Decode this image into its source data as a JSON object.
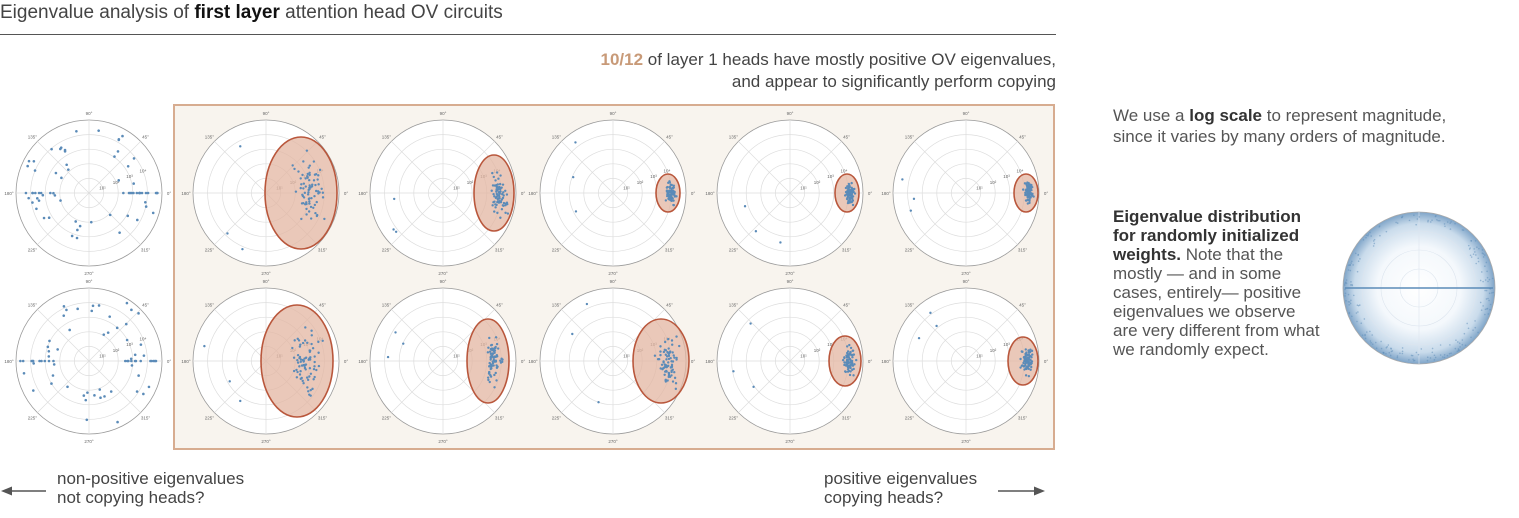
{
  "title": {
    "prefix": "Eigenvalue analysis of ",
    "bold": "first layer",
    "suffix": " attention head OV circuits"
  },
  "headline": {
    "fraction": "10/12",
    "line1_rest": " of layer 1 heads have mostly positive OV eigenvalues,",
    "line2": "and appear to significantly perform copying"
  },
  "left_note": {
    "line1": "non-positive eigenvalues",
    "line2": "not copying heads?"
  },
  "right_note": {
    "line1": "positive eigenvalues",
    "line2": "copying heads?"
  },
  "log_note": {
    "pre": "We use a ",
    "bold": "log scale",
    "post": " to represent magnitude,",
    "line2": "since it varies by many orders of magnitude."
  },
  "rand_note": {
    "bold1": "Eigenvalue distribution",
    "bold2": "for randomly initialized",
    "bold3": "weights.",
    "text": " Note that the mostly — and in some cases, entirely— positive eigenvalues we observe are very different from what we randomly expect."
  },
  "colors": {
    "point": "#5b8bb8",
    "highlight_fill": "#e3b6a1",
    "highlight_stroke": "#b9573c",
    "panel_bg": "#f8f4ee",
    "panel_border": "#d7ac90",
    "accent_text": "#c89a78"
  },
  "chart_data": [
    {
      "type": "scatter",
      "coordinate_system": "polar",
      "radial_scale": "log",
      "angle_ticks": [
        "0°",
        "45°",
        "90°",
        "135°",
        "180°",
        "225°",
        "270°",
        "315°"
      ],
      "radial_ticks": [
        "10¹",
        "10²",
        "10³",
        "10⁴"
      ],
      "grid": true,
      "heads": [
        {
          "row": 0,
          "col": 0,
          "copying": false
        },
        {
          "row": 0,
          "col": 1,
          "copying": true
        },
        {
          "row": 0,
          "col": 2,
          "copying": true
        },
        {
          "row": 0,
          "col": 3,
          "copying": true
        },
        {
          "row": 0,
          "col": 4,
          "copying": true
        },
        {
          "row": 0,
          "col": 5,
          "copying": true
        },
        {
          "row": 1,
          "col": 0,
          "copying": false
        },
        {
          "row": 1,
          "col": 1,
          "copying": true
        },
        {
          "row": 1,
          "col": 2,
          "copying": true
        },
        {
          "row": 1,
          "col": 3,
          "copying": true
        },
        {
          "row": 1,
          "col": 4,
          "copying": true
        },
        {
          "row": 1,
          "col": 5,
          "copying": true
        }
      ]
    },
    {
      "type": "scatter",
      "coordinate_system": "polar",
      "description_ref": "rand_note",
      "grid": true
    }
  ]
}
